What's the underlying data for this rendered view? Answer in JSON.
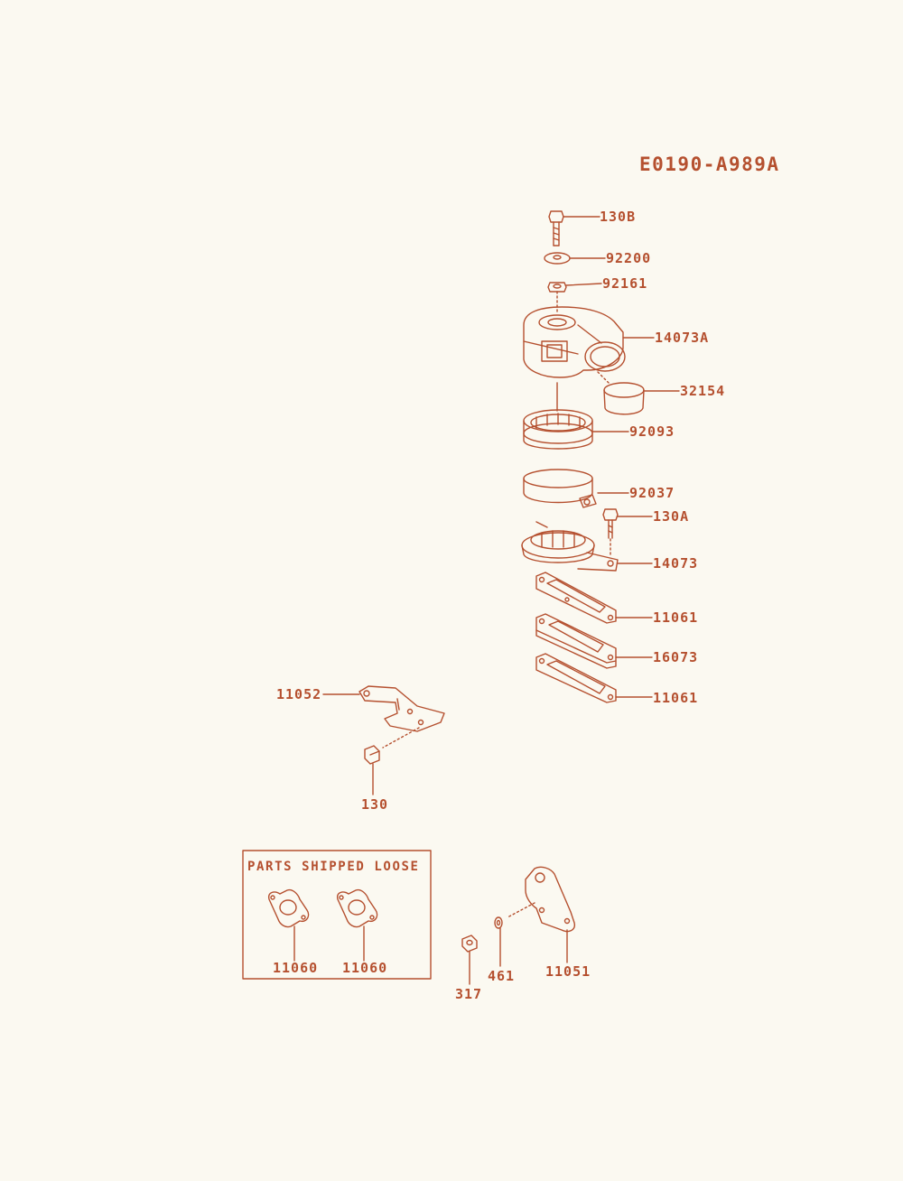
{
  "diagram_code": "E0190-A989A",
  "loose_box_title": "PARTS SHIPPED LOOSE",
  "parts": {
    "p130B": "130B",
    "p92200": "92200",
    "p92161": "92161",
    "p14073A": "14073A",
    "p32154": "32154",
    "p92093": "92093",
    "p92037": "92037",
    "p130A": "130A",
    "p14073": "14073",
    "p11061a": "11061",
    "p16073": "16073",
    "p11061b": "11061",
    "p11052": "11052",
    "p130": "130",
    "p11060a": "11060",
    "p11060b": "11060",
    "p317": "317",
    "p461": "461",
    "p11051": "11051"
  },
  "colors": {
    "line": "#b5502f",
    "background": "#fbf9f1"
  }
}
